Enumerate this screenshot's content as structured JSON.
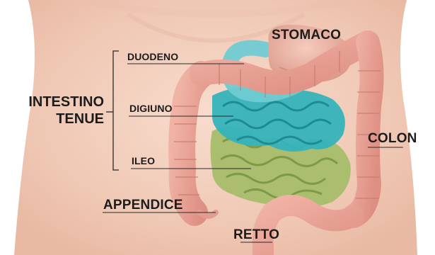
{
  "labels": {
    "stomach": "STOMACO",
    "duodenum": "DUODENO",
    "jejunum": "DIGIUNO",
    "ileum": "ILEO",
    "small_intestine_line1": "INTESTINO",
    "small_intestine_line2": "TENUE",
    "colon": "COLON",
    "appendix": "APPENDICE",
    "rectum": "RETTO"
  },
  "colors": {
    "skin": "#f0c8b5",
    "body_bg": "#f6d6c6",
    "colon": "#e9a59a",
    "stomach": "#e7ad9d",
    "duodenum": "#6cc8cf",
    "jejunum": "#3fb8bd",
    "ileum": "#9bb560",
    "label_text": "#1c1c1c",
    "leader_line": "#2a2a2a"
  }
}
